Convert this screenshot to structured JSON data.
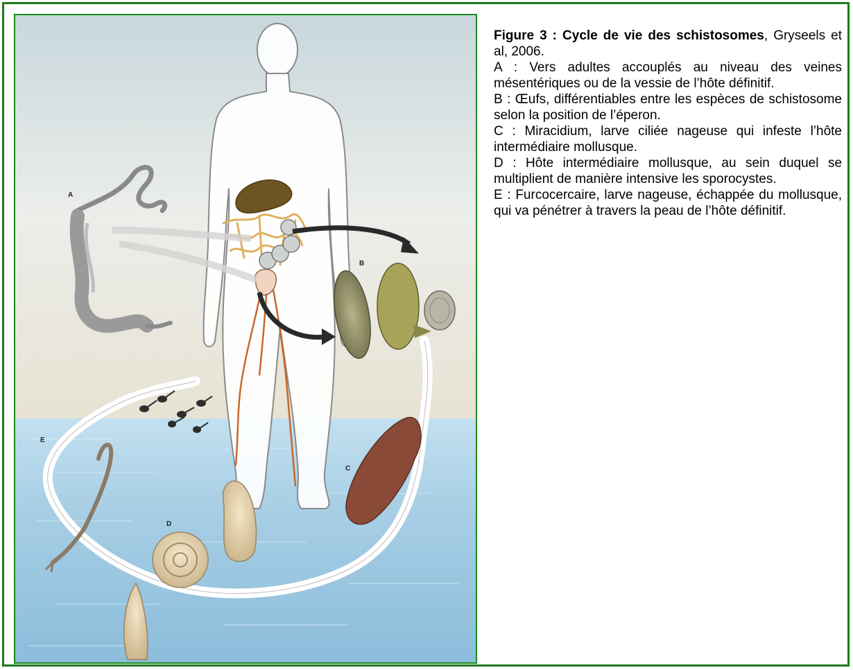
{
  "figure": {
    "labels": {
      "a": "A",
      "b": "B",
      "c": "C",
      "d": "D",
      "e": "E"
    }
  },
  "caption": {
    "figure_number": "Figure 3 :",
    "title_part1": "Cycle de vie des",
    "title_part2": "schistosomes",
    "citation": ", Gryseels et al, 2006.",
    "items": [
      {
        "key": "A :",
        "text": "Vers adultes accouplés au niveau des veines mésentériques ou de la vessie de l’hôte définitif."
      },
      {
        "key": "B :",
        "text": "Œufs, différentiables entre les espèces de schistosome selon la position de l’éperon."
      },
      {
        "key": "C :",
        "text": "Miracidium, larve ciliée nageuse qui infeste l’hôte intermédiaire mollusque."
      },
      {
        "key": "D :",
        "text": "Hôte intermédiaire mollusque, au sein duquel se multiplient de manière intensive les sporocystes."
      },
      {
        "key": "E :",
        "text": "Furcocercaire, larve nageuse, échappée du mollusque, qui va pénétrer à travers la peau de l’hôte définitif."
      }
    ]
  },
  "colors": {
    "border": "#1a7a1a",
    "sky": "#e8ecec",
    "water": "#a9d0e6"
  }
}
